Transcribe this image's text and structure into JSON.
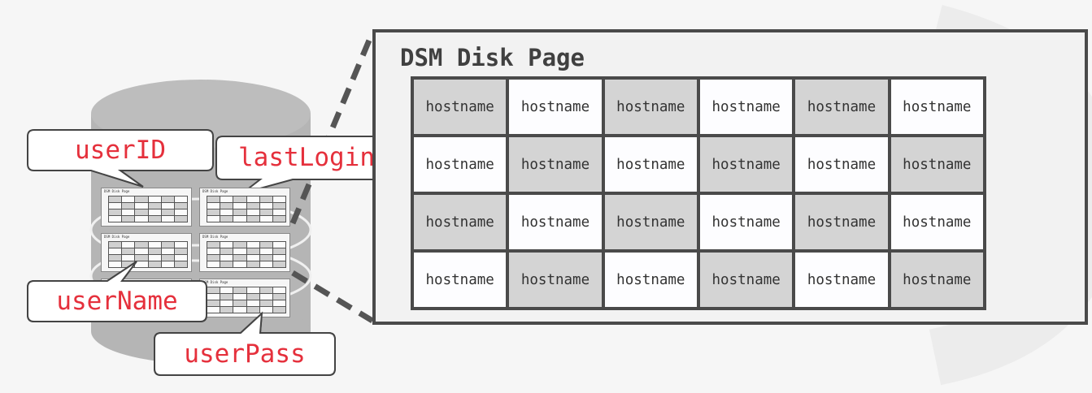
{
  "page_title": "DSM Disk Page",
  "cell_label": "hostname",
  "grid": {
    "rows": 4,
    "cols": 6,
    "shading": [
      [
        "gray",
        "white",
        "gray",
        "white",
        "gray",
        "white"
      ],
      [
        "white",
        "gray",
        "white",
        "gray",
        "white",
        "gray"
      ],
      [
        "gray",
        "white",
        "gray",
        "white",
        "gray",
        "white"
      ],
      [
        "white",
        "gray",
        "white",
        "gray",
        "white",
        "gray"
      ]
    ]
  },
  "mini_page_title": "DSM Disk Page",
  "callouts": {
    "user_id": "userID",
    "last_login": "lastLogin",
    "user_name": "userName",
    "user_pass": "userPass"
  },
  "colors": {
    "callout_text": "#e5303c",
    "cell_gray": "#d4d4d4",
    "cell_white": "#fdfdff",
    "border": "#4a4a4a",
    "cylinder": "#b5b5b5"
  }
}
